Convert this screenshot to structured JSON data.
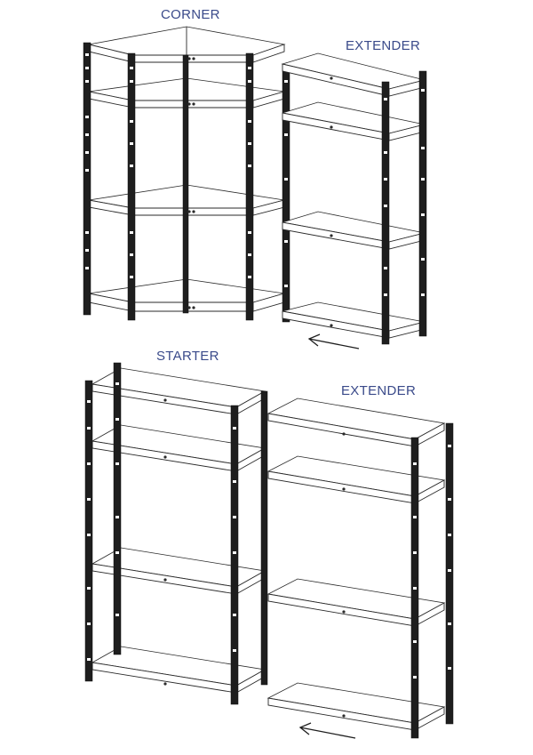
{
  "labels": {
    "corner": "CORNER",
    "extender_top": "EXTENDER",
    "starter": "STARTER",
    "extender_bottom": "EXTENDER"
  },
  "icons": {
    "arrow_top": "arrow-left-icon",
    "arrow_bottom": "arrow-left-icon"
  },
  "colors": {
    "label": "#3a4a8a",
    "lines": "#2a2a2a",
    "posts": "#1e1e1e"
  }
}
